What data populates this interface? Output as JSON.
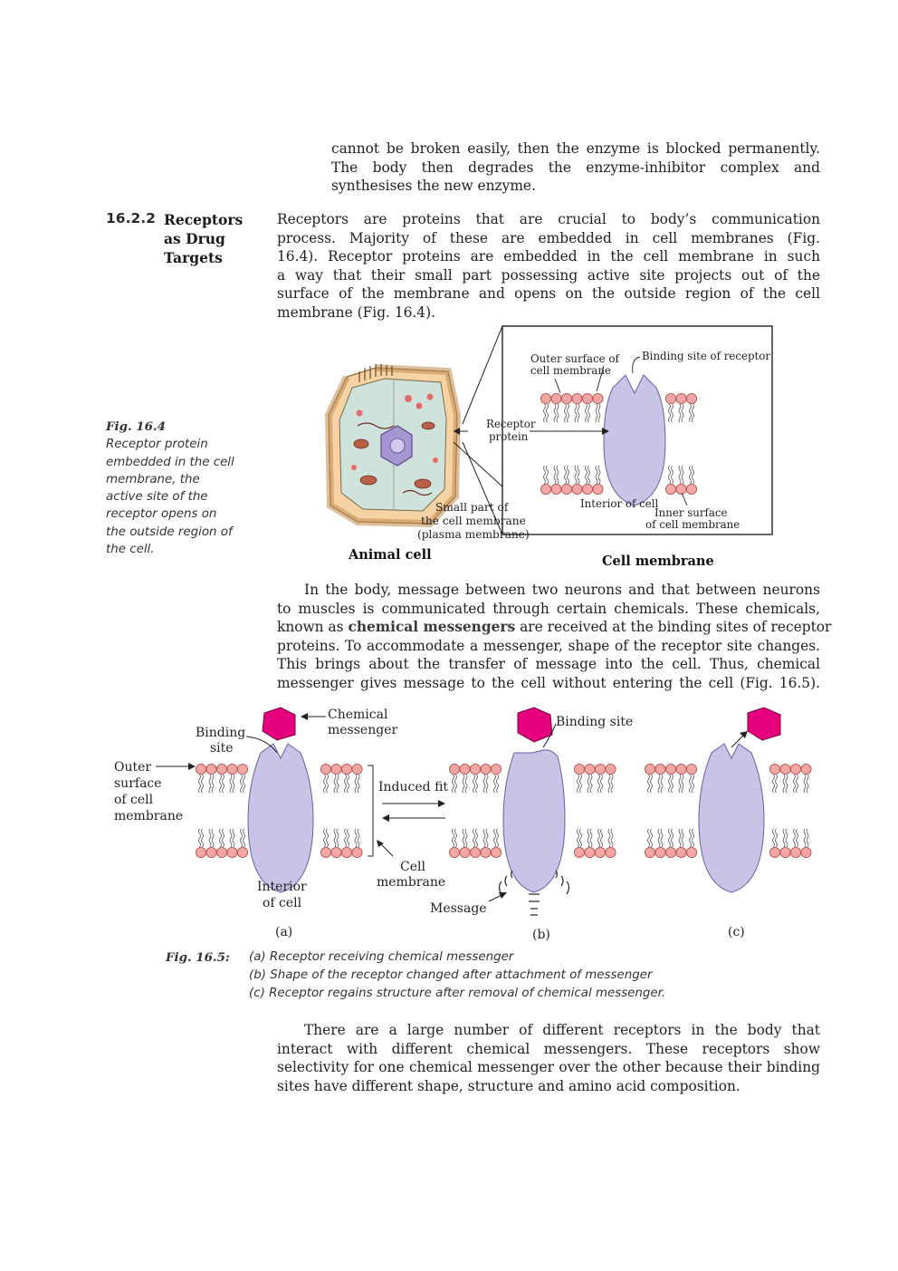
{
  "intro": {
    "lines": [
      "cannot be broken easily, then the enzyme is blocked permanently.",
      "The body then degrades the enzyme-inhibitor complex and",
      "synthesises the new enzyme."
    ]
  },
  "section": {
    "number": "16.2.2",
    "title_lines": [
      "Receptors",
      "as Drug",
      "Targets"
    ],
    "lines": [
      "Receptors are proteins that are crucial to body’s communication",
      "process. Majority of these are embedded in cell membranes (Fig.",
      "16.4). Receptor proteins are embedded in the cell membrane in such",
      "a way that their small part possessing active site projects out of the",
      "surface of the membrane and opens on the outside region of the cell",
      "membrane (Fig. 16.4)."
    ]
  },
  "fig164": {
    "number": "Fig. 16.4",
    "caption_lines": [
      "Receptor protein",
      "embedded in the cell",
      "membrane, the",
      "active site of the",
      "receptor opens on",
      "the outside region of",
      "the cell."
    ],
    "labels": {
      "outer_surface": [
        "Outer surface of",
        "cell membrane"
      ],
      "binding_site": "Binding site of receptor",
      "receptor_protein": [
        "Receptor",
        "protein"
      ],
      "interior": "Interior of cell",
      "inner_surface": [
        "Inner surface",
        "of cell membrane"
      ],
      "small_part": [
        "Small part of",
        "the cell membrane",
        "(plasma membrane)"
      ],
      "animal_cell": "Animal cell",
      "cell_membrane": "Cell membrane"
    },
    "colors": {
      "protein": "#c9c3e6",
      "lipid_head": "#f2a7a5",
      "cytoplasm": "#cfe3dc"
    }
  },
  "body2": {
    "lines_before": [
      "In the body, message between two neurons and that between neurons",
      "to muscles is communicated through certain chemicals. These chemicals,"
    ],
    "line3_prefix": "known as ",
    "highlight": "chemical messengers",
    "line3_suffix": " are received at the binding sites of receptor",
    "lines_after": [
      "proteins. To accommodate a messenger, shape of the receptor site changes.",
      "This brings about the transfer of message into the cell. Thus, chemical",
      "messenger gives message to the cell without entering the cell (Fig. 16.5)."
    ]
  },
  "fig165": {
    "labels": {
      "chemical_messenger": [
        "Chemical",
        "messenger"
      ],
      "binding_site_a": [
        "Binding",
        "site"
      ],
      "outer_surface": [
        "Outer",
        "surface",
        "of cell",
        "membrane"
      ],
      "induced_fit": "Induced fit",
      "cell_membrane": [
        "Cell",
        "membrane"
      ],
      "interior": [
        "Interior",
        "of cell"
      ],
      "binding_site_b": "Binding site",
      "message": "Message",
      "panel_a": "(a)",
      "panel_b": "(b)",
      "panel_c": "(c)"
    },
    "colors": {
      "messenger": "#e5007e",
      "protein": "#c9c3e6",
      "lipid_head": "#f2a7a5"
    },
    "caption_number": "Fig. 16.5:",
    "caption_items": [
      "(a) Receptor receiving chemical messenger",
      "(b) Shape of the receptor changed after attachment of messenger",
      "(c) Receptor regains structure after removal of chemical messenger."
    ]
  },
  "closing": {
    "lines": [
      "There are a large number of different receptors in the body that",
      "interact with different chemical messengers. These receptors show",
      "selectivity for one chemical messenger over the other because their binding",
      "sites have different shape, structure and amino acid composition."
    ]
  }
}
